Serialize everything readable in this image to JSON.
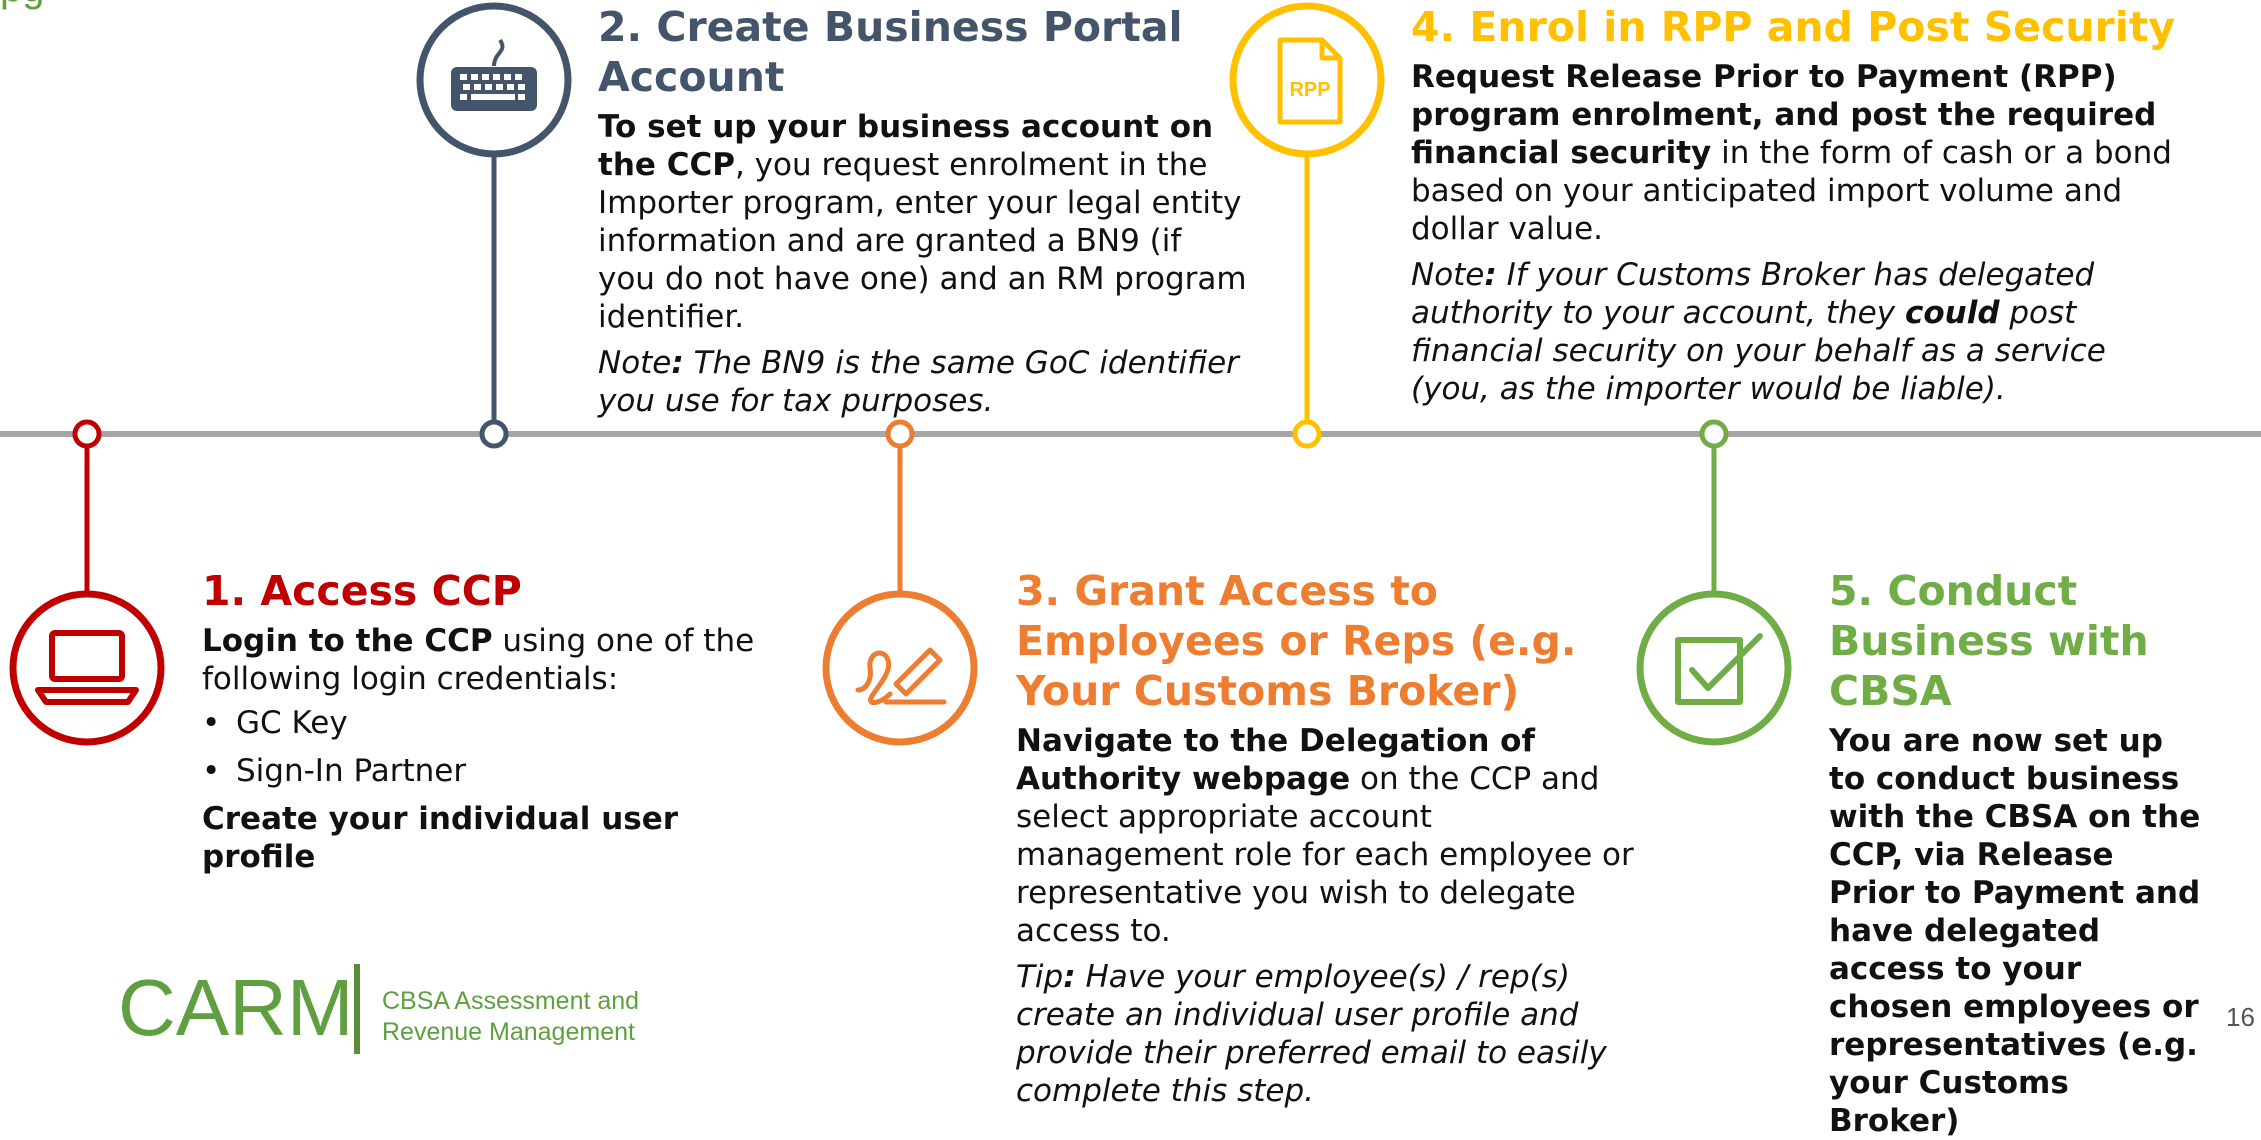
{
  "colors": {
    "step1": "#c00000",
    "step2": "#44546a",
    "step3": "#ed7d31",
    "step4": "#ffc000",
    "step5": "#70ad47",
    "timeline": "#a6a6a6"
  },
  "top_fragment": "pg",
  "steps": {
    "s1": {
      "icon": "laptop-icon",
      "title": "1. Access CCP",
      "body_bold": "Login to the CCP",
      "body_rest": " using one of the following login credentials:",
      "bullets": [
        "GC Key",
        "Sign-In Partner"
      ],
      "closing": "Create your individual user profile"
    },
    "s2": {
      "icon": "keyboard-icon",
      "title": "2. Create Business Portal Account",
      "body_bold": "To set up your business account on the CCP",
      "body_rest": ", you request enrolment in the Importer program, enter your legal entity information and are granted a BN9 (if you do not have one) and an RM program identifier.",
      "note_label": "Note",
      "note_colon": ":",
      "note_text": " The BN9 is the same GoC identifier you use for tax purposes."
    },
    "s3": {
      "icon": "signature-icon",
      "title": "3. Grant Access to Employees or Reps (e.g. Your Customs Broker)",
      "body_bold": "Navigate to the Delegation of Authority webpage",
      "body_rest": " on the CCP and select appropriate account management role for each employee or representative you wish to delegate access to.",
      "note_label": "Tip",
      "note_colon": ":",
      "note_text": " Have your employee(s) / rep(s) create an individual user profile and provide their preferred email to easily complete this step."
    },
    "s4": {
      "icon": "document-icon",
      "icon_text": "RPP",
      "title": "4. Enrol in RPP and Post Security",
      "body_bold": "Request Release Prior to Payment (RPP) program enrolment, and post the required financial security",
      "body_rest": " in the form of cash or a bond based on your anticipated import volume and dollar value.",
      "note_label": "Note",
      "note_colon": ":",
      "note_text1": " If your Customs Broker has delegated authority to your account, they ",
      "note_bold": "could",
      "note_text2": " post financial security on your behalf as a service (you, as the importer would be liable)."
    },
    "s5": {
      "icon": "checkbox-icon",
      "title": "5. Conduct Business with CBSA",
      "body_bold": "You are now set up to conduct business with the CBSA on the CCP, via Release Prior to Payment and have delegated access to your chosen employees or representatives (e.g. your Customs Broker)"
    }
  },
  "footer": {
    "logo_text": "CARM",
    "subtitle_line1": "CBSA Assessment and",
    "subtitle_line2": "Revenue Management",
    "page_number": "16"
  }
}
